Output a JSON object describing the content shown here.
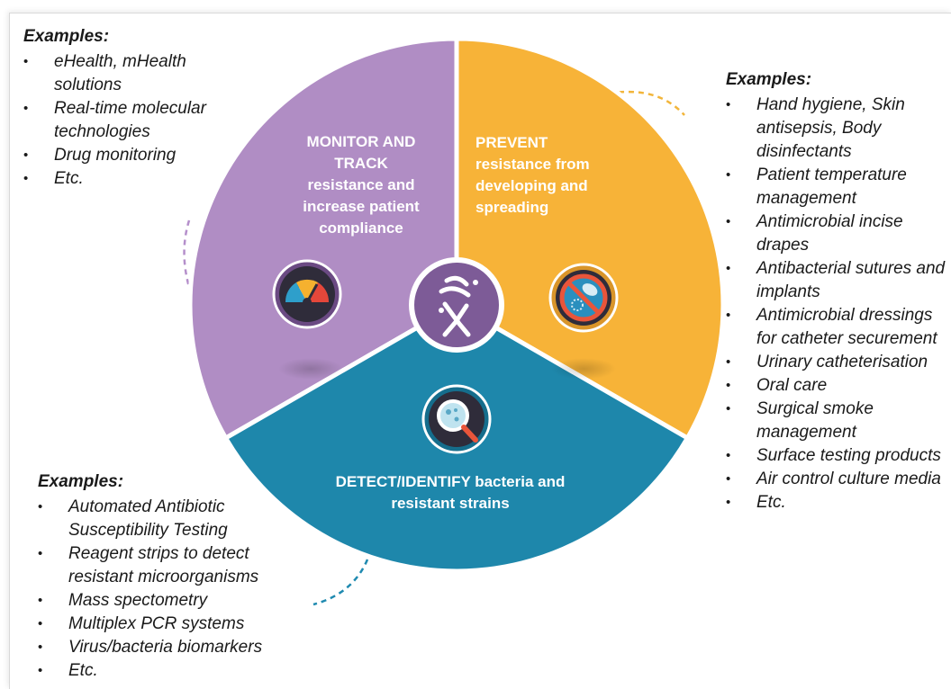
{
  "colors": {
    "monitor": "#b08dc4",
    "prevent": "#f7b338",
    "detect": "#1e87ab",
    "center": "#7d5b97",
    "dashed_purple": "#b58fcb",
    "dashed_orange": "#f2b53a",
    "dashed_blue": "#1f8ab0"
  },
  "icons": {
    "center": "person-dna-icon",
    "monitor": "gauge-icon",
    "prevent": "no-bacteria-icon",
    "detect": "magnifier-bacteria-icon"
  },
  "segments": {
    "monitor": {
      "head": "MONITOR AND TRACK",
      "body": "resistance and increase patient compliance"
    },
    "prevent": {
      "head": "PREVENT",
      "body": "resistance from developing and spreading"
    },
    "detect": {
      "head": "DETECT/IDENTIFY",
      "body": " bacteria and resistant strains"
    }
  },
  "examples_left": {
    "heading": "Examples:",
    "items": [
      "eHealth, mHealth solutions",
      "Real-time molecular technologies",
      "Drug monitoring",
      "Etc."
    ]
  },
  "examples_right": {
    "heading": "Examples:",
    "items": [
      "Hand hygiene, Skin antisepsis, Body disinfectants",
      "Patient temperature management",
      "Antimicrobial incise drapes",
      "Antibacterial sutures and implants",
      "Antimicrobial dressings for catheter securement",
      "Urinary catheterisation",
      "Oral care",
      "Surgical smoke management",
      "Surface testing products",
      "Air control culture media",
      "Etc."
    ]
  },
  "examples_bottom": {
    "heading": "Examples:",
    "items": [
      "Automated Antibiotic Susceptibility Testing",
      "Reagent strips to detect resistant microorganisms",
      "Mass spectometry",
      "Multiplex PCR systems",
      "Virus/bacteria biomarkers",
      "Etc."
    ]
  }
}
